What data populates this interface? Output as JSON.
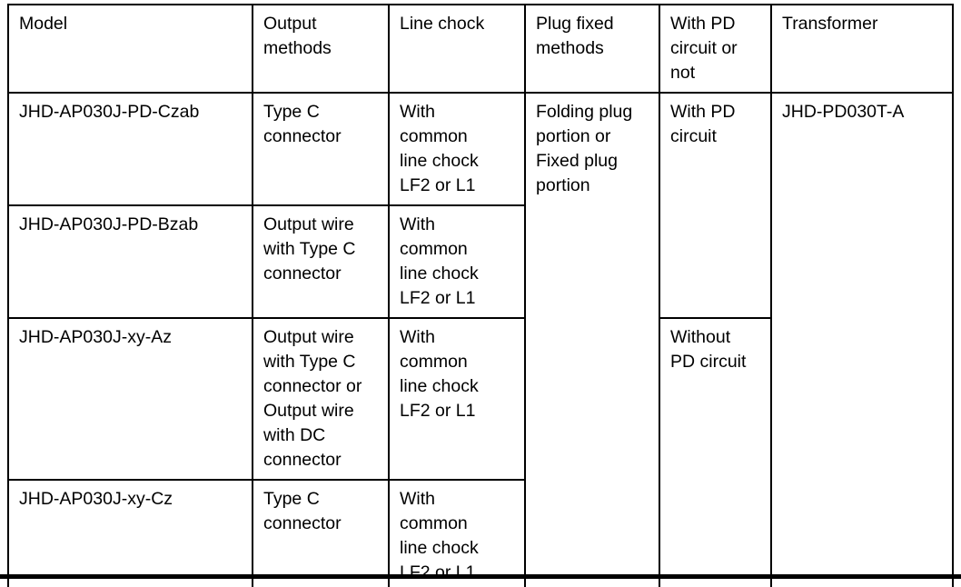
{
  "page": {
    "background_color": "#ffffff",
    "border_color": "#000000"
  },
  "table": {
    "headers": {
      "model": "Model",
      "output_methods": "Output\nmethods",
      "line_chock": "Line chock",
      "plug_fixed_methods": "Plug fixed\nmethods",
      "pd_circuit": "With PD\ncircuit or\nnot",
      "transformer": "Transformer"
    },
    "rows": [
      {
        "model": "JHD-AP030J-PD-Czab",
        "output": "Type C\nconnector",
        "chock": "With\ncommon\nline chock\nLF2 or L1"
      },
      {
        "model": "JHD-AP030J-PD-Bzab",
        "output": "Output wire\nwith Type C\nconnector",
        "chock": "With\ncommon\nline chock\nLF2 or L1"
      },
      {
        "model": "JHD-AP030J-xy-Az",
        "output": "Output wire\nwith Type C\nconnector or\nOutput wire\nwith DC\nconnector",
        "chock": "With\ncommon\nline chock\nLF2 or L1"
      },
      {
        "model": "JHD-AP030J-xy-Cz",
        "output": "Type C\nconnector",
        "chock": "With\ncommon\nline chock\nLF2 or L1"
      }
    ],
    "merged": {
      "plug_fixed": "Folding plug\nportion or\nFixed plug\nportion",
      "with_pd": "With PD\ncircuit",
      "without_pd": "Without\nPD circuit",
      "transformer": "JHD-PD030T-A"
    }
  }
}
